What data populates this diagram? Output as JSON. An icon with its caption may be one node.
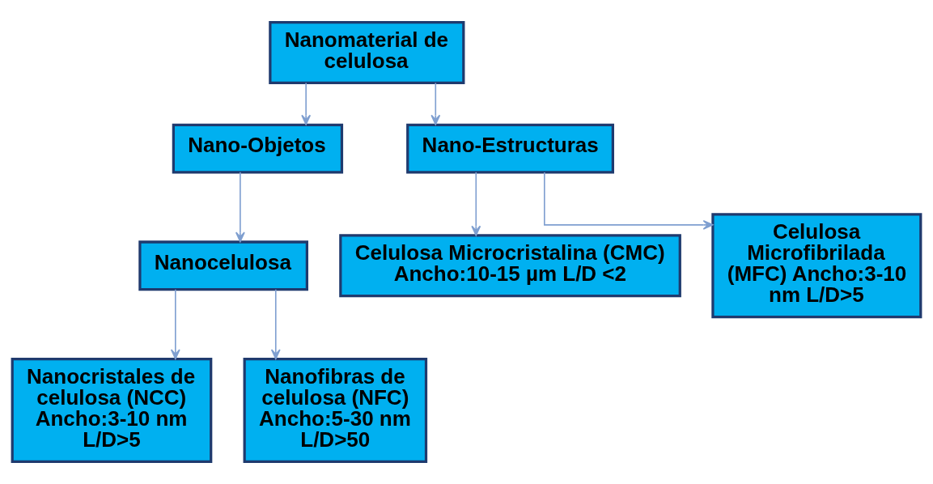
{
  "diagram": {
    "nodes": [
      {
        "text": [
          "Nanomaterial de celulosa"
        ]
      },
      {
        "text": [
          "Nano-Objetos"
        ]
      },
      {
        "text": [
          "Nano-Estructuras"
        ]
      },
      {
        "text": [
          "Nanocelulosa"
        ]
      },
      {
        "text": [
          "Nanocristales de celulosa (NCC) Ancho:3-10 nm L/D>5"
        ]
      },
      {
        "text": [
          "Nanofibras de celulosa (NFC) Ancho:5-30 nm L/D>50"
        ]
      },
      {
        "text": [
          "Celulosa Microcristalina (CMC) Ancho:10-15 µm L/D <2"
        ]
      },
      {
        "text": [
          "Celulosa Microfibrilada (MFC) Ancho:3-10 nm L/D>5"
        ]
      }
    ],
    "edges": [
      {
        "from": 0,
        "to": 1,
        "arrow": "to"
      },
      {
        "from": 0,
        "to": 2,
        "arrow": "to"
      },
      {
        "from": 1,
        "to": 3,
        "arrow": "to"
      },
      {
        "from": 3,
        "to": 4,
        "arrow": "to"
      },
      {
        "from": 3,
        "to": 5,
        "arrow": "to"
      },
      {
        "from": 2,
        "to": 6,
        "arrow": "to"
      },
      {
        "from": 2,
        "to": 7,
        "arrow": "to"
      }
    ]
  }
}
